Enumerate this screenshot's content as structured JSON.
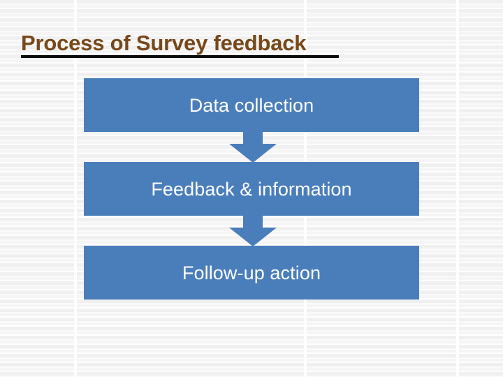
{
  "slide": {
    "title": "Process of Survey feedback",
    "title_color": "#77481a",
    "title_underline_color": "#0d0d0d",
    "background_color": "#fbfbfb"
  },
  "diagram_data": {
    "type": "flowchart",
    "orientation": "vertical",
    "box_fill_color": "#4a7ebb",
    "box_text_color": "#ffffff",
    "connector_type": "down-arrow",
    "connector_color": "#4a7ebb",
    "steps": [
      {
        "label": "Data collection"
      },
      {
        "label": "Feedback & information"
      },
      {
        "label": "Follow-up action"
      }
    ],
    "connectors": [
      {
        "from": "Data collection",
        "to": "Feedback & information",
        "symbol": "down-arrow"
      },
      {
        "from": "Feedback & information",
        "to": "Follow-up action",
        "symbol": "down-arrow"
      }
    ]
  }
}
